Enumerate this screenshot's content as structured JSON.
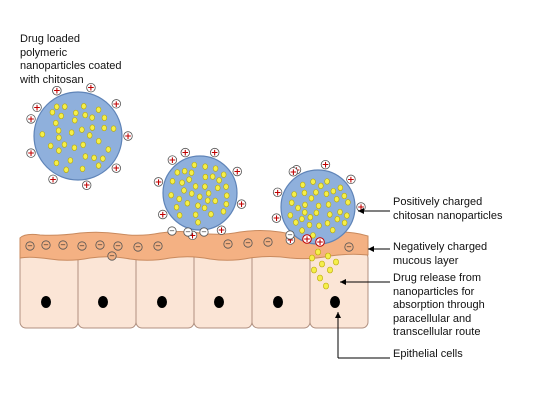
{
  "labels": {
    "nanoparticle_title": "Drug loaded\npolymeric\nnanoparticles coated\nwith chitosan",
    "positive_np": "Positively charged\nchitosan nanoparticles",
    "mucous": "Negatively charged\nmucous layer",
    "drug_release": "Drug release from\nnanoparticles for\nabsorption through\nparacellular and\ntranscellular route",
    "epithelial": "Epithelial cells"
  },
  "symbols": {
    "positive": "+",
    "negative": "−"
  },
  "colors": {
    "nanoparticle_fill": "#8fb0dc",
    "nanoparticle_stroke": "#5f84b8",
    "drug_fill": "#f5ef4a",
    "drug_stroke": "#b9a800",
    "mucus": "#f4b183",
    "mucus_stroke": "#c98a5e",
    "cell": "#fbe5d6",
    "cell_stroke": "#b09080",
    "positive": "#c00000",
    "nucleus": "#000000"
  }
}
